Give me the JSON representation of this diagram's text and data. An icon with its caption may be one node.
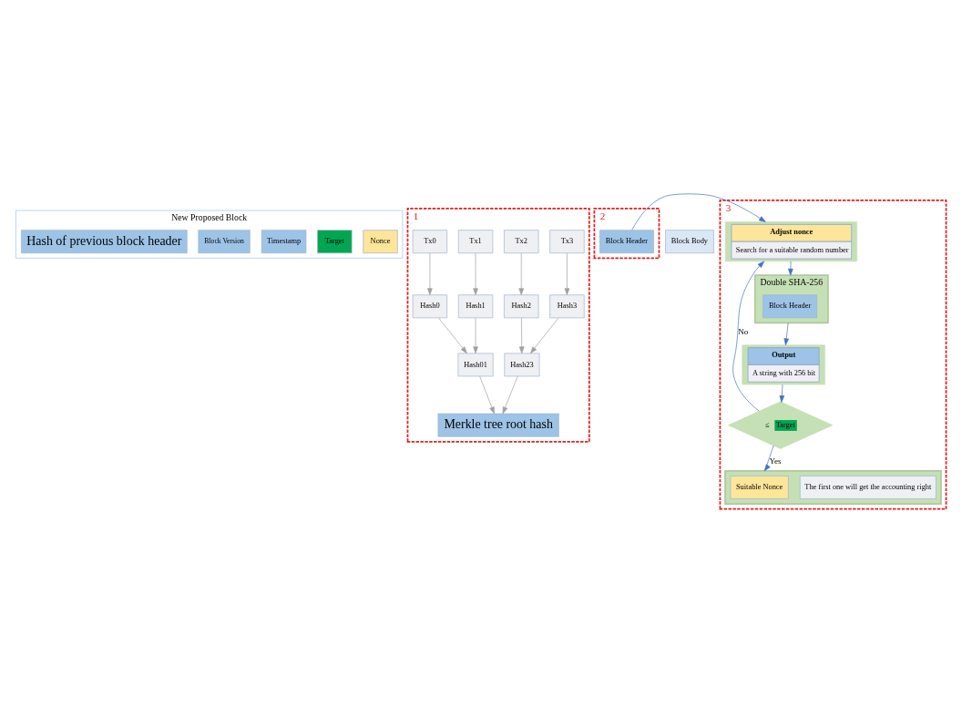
{
  "diagram": {
    "nodes": [
      {
        "text": [
          "New Proposed Block"
        ]
      },
      {
        "text": [
          "Hash of previous block header"
        ],
        "in": 0
      },
      {
        "text": [
          "Block Version"
        ],
        "in": 0
      },
      {
        "text": [
          "Timestamp"
        ],
        "in": 0
      },
      {
        "text": [
          "Target"
        ],
        "in": 0
      },
      {
        "text": [
          "Nonce"
        ],
        "in": 0
      },
      {
        "text": [
          "1"
        ]
      },
      {
        "text": [
          "Merkle tree root hash"
        ],
        "in": 6
      },
      {
        "text": [
          "Hash01"
        ],
        "in": 6
      },
      {
        "text": [
          "Hash23"
        ],
        "in": 6
      },
      {
        "text": [
          "Hash0"
        ],
        "in": 6
      },
      {
        "text": [
          "Hash1"
        ],
        "in": 6
      },
      {
        "text": [
          "Hash2"
        ],
        "in": 6
      },
      {
        "text": [
          "Hash3"
        ],
        "in": 6
      },
      {
        "text": [
          "Tx0"
        ],
        "in": 6
      },
      {
        "text": [
          "Tx1"
        ],
        "in": 6
      },
      {
        "text": [
          "Tx2"
        ],
        "in": 6
      },
      {
        "text": [
          "Tx3"
        ],
        "in": 6
      },
      {
        "text": [
          "2"
        ]
      },
      {
        "text": [
          "Block Header"
        ],
        "in": 18
      },
      {
        "text": [
          "Block Body"
        ]
      },
      {
        "text": [
          "3"
        ]
      },
      {
        "text": [
          "Adjust nonce",
          "Search for a suitable random number"
        ],
        "in": 21
      },
      {
        "text": [
          "Double SHA-256"
        ],
        "in": 21
      },
      {
        "text": [
          "Block Header"
        ],
        "in": 23
      },
      {
        "text": [
          "Output",
          "A string with 256 bit"
        ],
        "in": 21
      },
      {
        "text": [
          "≤",
          "Target"
        ],
        "in": 21
      },
      {
        "text": [],
        "shape": "box",
        "in": 21
      },
      {
        "text": [
          "Suitable Nonce"
        ],
        "in": 27
      },
      {
        "text": [
          "The first one will get the accounting right"
        ],
        "in": 27
      }
    ],
    "edges": [
      {
        "from": 8,
        "to": 7,
        "arrow": "to"
      },
      {
        "from": 9,
        "to": 7,
        "arrow": "to"
      },
      {
        "from": 10,
        "to": 8,
        "arrow": "to"
      },
      {
        "from": 11,
        "to": 8,
        "arrow": "to"
      },
      {
        "from": 12,
        "to": 9,
        "arrow": "to"
      },
      {
        "from": 13,
        "to": 9,
        "arrow": "to"
      },
      {
        "from": 14,
        "to": 10,
        "arrow": "to"
      },
      {
        "from": 15,
        "to": 11,
        "arrow": "to"
      },
      {
        "from": 16,
        "to": 12,
        "arrow": "to"
      },
      {
        "from": 17,
        "to": 13,
        "arrow": "to"
      },
      {
        "from": 19,
        "to": 22,
        "arrow": "to",
        "color": "#4472c4"
      },
      {
        "from": 22,
        "to": 23,
        "arrow": "to",
        "color": "#4472c4"
      },
      {
        "from": 23,
        "to": 25,
        "arrow": "to",
        "color": "#4472c4"
      },
      {
        "from": 25,
        "to": 26,
        "arrow": "to",
        "color": "#4472c4"
      },
      {
        "from": 26,
        "to": 22,
        "label": "No",
        "arrow": "to",
        "color": "#4472c4"
      },
      {
        "from": 26,
        "to": 27,
        "label": "Yes",
        "arrow": "to",
        "color": "#4472c4"
      }
    ]
  }
}
